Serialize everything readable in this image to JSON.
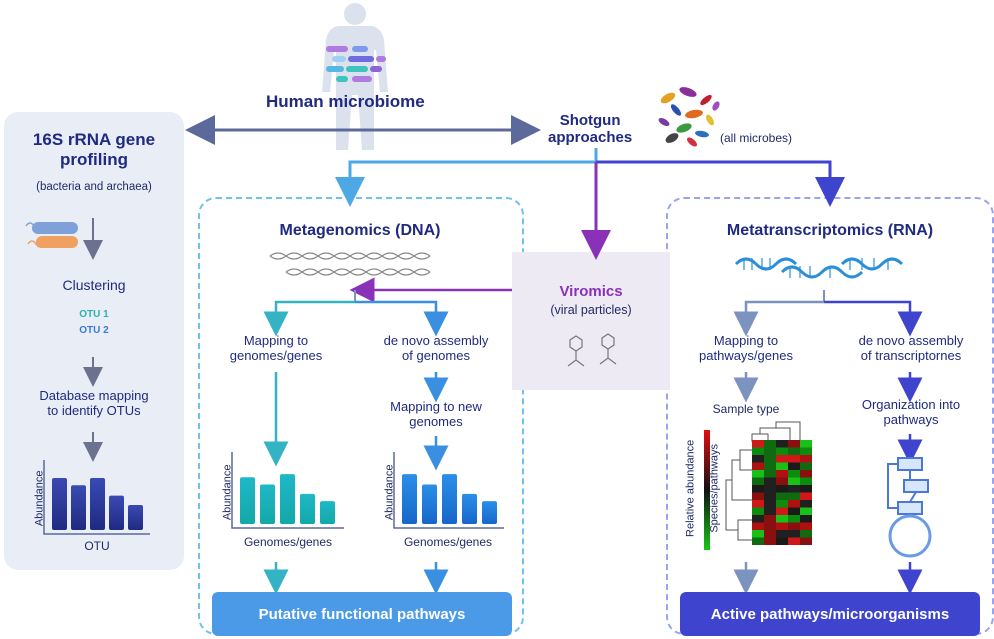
{
  "header": {
    "human_microbiome": "Human microbiome",
    "shotgun": "Shotgun\napproaches",
    "all_microbes": "(all microbes)"
  },
  "rrna16s": {
    "title": "16S rRNA gene\nprofiling",
    "subtitle": "(bacteria and archaea)",
    "clustering": "Clustering",
    "otu1": "OTU 1",
    "otu2": "OTU 2",
    "db_mapping": "Database mapping\nto identify OTUs",
    "ylabel": "Abundance",
    "xlabel": "OTU"
  },
  "metagenomics": {
    "title": "Metagenomics (DNA)",
    "mapping": "Mapping to\ngenomes/genes",
    "denovo": "de novo assembly\nof genomes",
    "mapping_new": "Mapping to new\ngenomes",
    "ylabel": "Abundance",
    "xlabel": "Genomes/genes",
    "footer": "Putative functional pathways"
  },
  "viromics": {
    "title": "Viromics",
    "subtitle": "(viral particles)"
  },
  "metatranscriptomics": {
    "title": "Metatranscriptomics (RNA)",
    "mapping": "Mapping to\npathways/genes",
    "denovo": "de novo assembly\nof transcriptornes",
    "sample_type": "Sample type",
    "organization": "Organization into\npathways",
    "ylabel1": "Relative abundance",
    "ylabel2": "Species/pathways",
    "footer": "Active pathways/microorganisms"
  },
  "chart_data": [
    {
      "type": "bar",
      "xlabel": "OTU",
      "ylabel": "Abundance",
      "values": [
        5,
        4.3,
        5,
        3.3,
        2.4
      ]
    },
    {
      "type": "bar",
      "xlabel": "Genomes/genes",
      "ylabel": "Abundance",
      "values": [
        4.5,
        3.8,
        4.8,
        2.9,
        2.2
      ]
    },
    {
      "type": "bar",
      "xlabel": "Genomes/genes",
      "ylabel": "Abundance",
      "values": [
        4.8,
        3.8,
        4.8,
        2.9,
        2.2
      ]
    }
  ],
  "colors": {
    "navy": "#1f2a66",
    "viromics": "#8a32b7",
    "cyan": "#34b3c4",
    "blue": "#3a8fe0",
    "indigo": "#3f44cf"
  }
}
